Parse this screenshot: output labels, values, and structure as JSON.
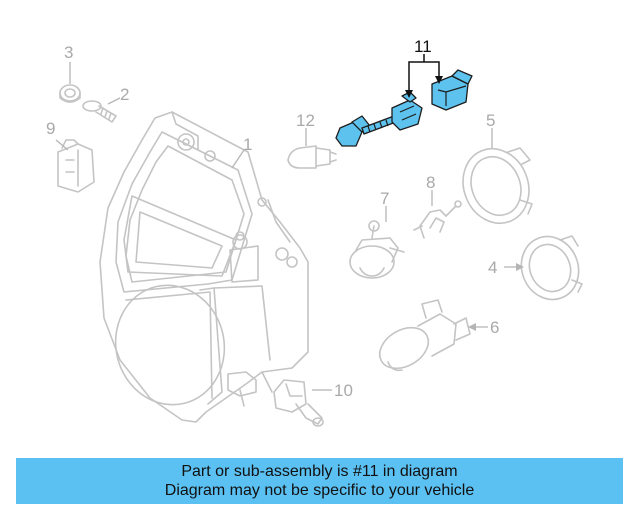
{
  "callouts": {
    "c1": "1",
    "c2": "2",
    "c3": "3",
    "c4": "4",
    "c5": "5",
    "c6": "6",
    "c7": "7",
    "c8": "8",
    "c9": "9",
    "c10": "10",
    "c11": "11",
    "c12": "12"
  },
  "highlighted_part": "11",
  "colors": {
    "highlight": "#5dc3ee",
    "banner": "#5bc0f2",
    "ghost_lines": "#c4c4c4"
  },
  "banner": {
    "line1": "Part or sub-assembly is #11 in diagram",
    "line2": "Diagram may not be specific to your vehicle"
  }
}
